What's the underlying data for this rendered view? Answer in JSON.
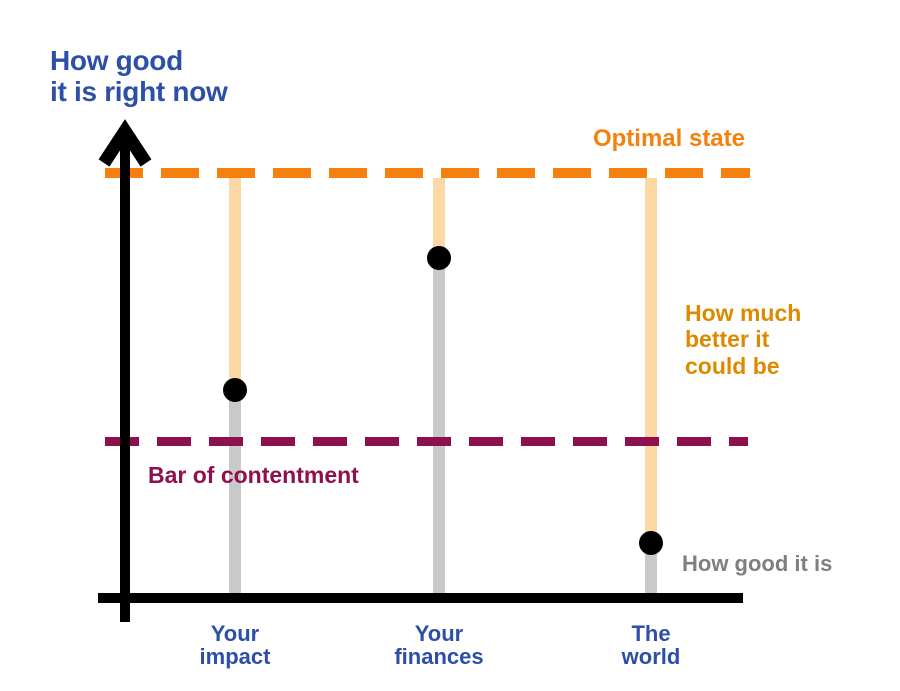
{
  "colors": {
    "blue": "#2d4fa8",
    "orange": "#f5800d",
    "peach": "#fcd9a4",
    "amber": "#de8a00",
    "maroon": "#8e104d",
    "graybar": "#c9c9c9",
    "graytext": "#7f7f7f",
    "black": "#000000"
  },
  "title": {
    "text": "How good\nit is right now"
  },
  "labels": {
    "optimal": "Optimal state",
    "better": "How much\nbetter it\ncould be",
    "contentment": "Bar of contentment",
    "how_good": "How good it is"
  },
  "chart_data": {
    "type": "lollipop",
    "title": "How good it is right now",
    "ylabel": "How good it is right now",
    "xlabel": "",
    "categories": [
      "Your impact",
      "Your finances",
      "The world"
    ],
    "series": [
      {
        "name": "How good it is",
        "values_pct_of_optimal": [
          49,
          80,
          13
        ]
      }
    ],
    "reference_lines": [
      {
        "label": "Optimal state",
        "value_pct": 100,
        "color": "#f5800d",
        "style": "dashed"
      },
      {
        "label": "Bar of contentment",
        "value_pct": 37,
        "color": "#8e104d",
        "style": "dashed"
      }
    ],
    "segment_meaning": {
      "above_dot": "How much better it could be",
      "below_dot": "How good it is"
    },
    "ylim_pct": [
      0,
      100
    ],
    "grid": false,
    "legend": "none"
  }
}
